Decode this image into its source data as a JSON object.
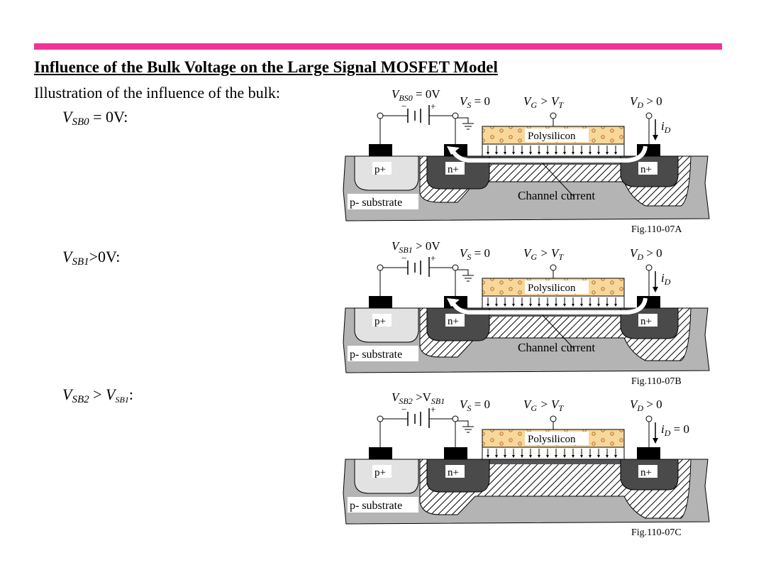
{
  "colors": {
    "accent_bar": "#f0339a",
    "polysilicon": "#f7d79a",
    "substrate": "#b4b4b4",
    "n_plus": "#4a4a4a",
    "p_plus": "#e2e2e2"
  },
  "title": "Influence of the Bulk Voltage on the Large Signal MOSFET Model",
  "intro": "Illustration of the influence of the bulk:",
  "cases": [
    {
      "v": "V",
      "sub": "SB0",
      "rest": " = 0V:",
      "sub2": "",
      "v2": ""
    },
    {
      "v": "V",
      "sub": "SB1",
      "rest": ">0V:",
      "sub2": "",
      "v2": ""
    },
    {
      "v": "V",
      "sub": "SB2",
      "rest": " > ",
      "v2": "V",
      "sub2": "SB1",
      "tail": ":"
    }
  ],
  "figures": [
    {
      "bias_v": "V",
      "bias_sub": "BS0",
      "bias_rest": " = 0V",
      "bias_sub2": "",
      "vs": "V",
      "vs_sub": "S",
      "vs_rest": " = 0",
      "vg": "V",
      "vg_sub": "G",
      "vg_mid": " > V",
      "vg_sub2": "T",
      "vd": "V",
      "vd_sub": "D",
      "vd_rest": " > 0",
      "id": "i",
      "id_sub": "D",
      "id_rest": "",
      "poly": "Polysilicon",
      "pplus": "p+",
      "nplus": "n+",
      "substrate": "p- substrate",
      "channel": "Channel current",
      "caption": "Fig.110-07A",
      "depletion": "small",
      "current": true
    },
    {
      "bias_v": "V",
      "bias_sub": "SB1",
      "bias_rest": " > 0V",
      "bias_sub2": "",
      "vs": "V",
      "vs_sub": "S",
      "vs_rest": " = 0",
      "vg": "V",
      "vg_sub": "G",
      "vg_mid": " > V",
      "vg_sub2": "T",
      "vd": "V",
      "vd_sub": "D",
      "vd_rest": " > 0",
      "id": "i",
      "id_sub": "D",
      "id_rest": "",
      "poly": "Polysilicon",
      "pplus": "p+",
      "nplus": "n+",
      "substrate": "p- substrate",
      "channel": "Channel current",
      "caption": "Fig.110-07B",
      "depletion": "medium",
      "current": true
    },
    {
      "bias_v": "V",
      "bias_sub": "SB2",
      "bias_rest": " >V",
      "bias_sub2": "SB1",
      "vs": "V",
      "vs_sub": "S",
      "vs_rest": " = 0",
      "vg": "V",
      "vg_sub": "G",
      "vg_mid": " > V",
      "vg_sub2": "T",
      "vd": "V",
      "vd_sub": "D",
      "vd_rest": " > 0",
      "id": "i",
      "id_sub": "D",
      "id_rest": " = 0",
      "poly": "Polysilicon",
      "pplus": "p+",
      "nplus": "n+",
      "substrate": "p- substrate",
      "channel": "",
      "caption": "Fig.110-07C",
      "depletion": "large",
      "current": false
    }
  ]
}
